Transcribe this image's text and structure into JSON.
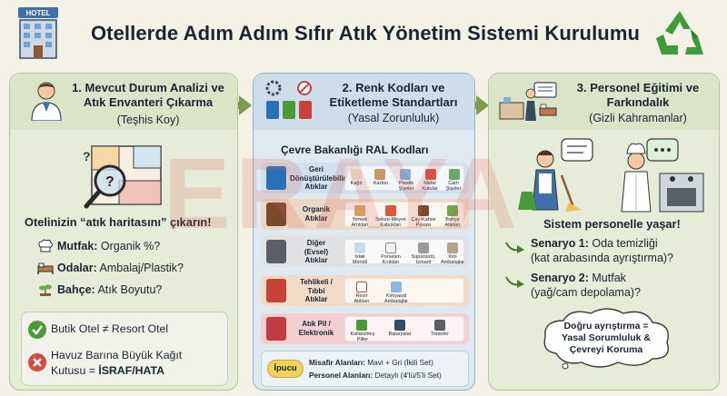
{
  "header": {
    "title": "Otellerde Adım Adım Sıfır Atık Yönetim Sistemi Kurulumu",
    "hotel_sign": "HOTEL"
  },
  "watermark": "ERAYA",
  "step1": {
    "title_line1": "1. Mevcut Durum Analizi ve",
    "title_line2": "Atık Envanteri Çıkarma",
    "subtitle": "(Teşhis Koy)",
    "callout": "Otelinizin “atık haritasını” çıkarın!",
    "items": [
      {
        "label": "Mutfak:",
        "value": " Organik %?"
      },
      {
        "label": "Odalar:",
        "value": " Ambalaj/Plastik?"
      },
      {
        "label": "Bahçe:",
        "value": " Atık Boyutu?"
      }
    ],
    "note_good": "Butik Otel ≠ Resort Otel",
    "note_bad_line1": "Havuz Barına Büyük Kağıt",
    "note_bad_line2_prefix": "Kutusu = ",
    "note_bad_line2_bold": "İSRAF/HATA"
  },
  "step2": {
    "title_line1": "2. Renk Kodları ve",
    "title_line2": "Etiketleme Standartları",
    "subtitle": "(Yasal Zorunluluk)",
    "section_title": "Çevre Bakanlığı RAL Kodları",
    "rows": [
      {
        "category": [
          "Geri",
          "Dönüştürülebilir",
          "Atıklar"
        ],
        "bin_color": "#2d6fb6",
        "row_color": "#cfe0ef",
        "items": [
          [
            "Kağıt"
          ],
          [
            "Karton"
          ],
          [
            "Plastik",
            "Şişeler"
          ],
          [
            "Metal",
            "Kutular"
          ],
          [
            "Cam",
            "Şişeler"
          ]
        ]
      },
      {
        "category": [
          "Organik",
          "Atıklar"
        ],
        "bin_color": "#7b4a2a",
        "row_color": "#ead9c6",
        "items": [
          [
            "Yemek",
            "Artıkları"
          ],
          [
            "Sebze-Meyve",
            "Kabukları"
          ],
          [
            "Çay-Kahve",
            "Posası"
          ],
          [
            "Bahçe",
            "Atıkları"
          ]
        ]
      },
      {
        "category": [
          "Diğer",
          "(Evsel)",
          "Atıklar"
        ],
        "bin_color": "#5a5f66",
        "row_color": "#e1e2e3",
        "items": [
          [
            "Islak",
            "Mendil"
          ],
          [
            "Porselen",
            "Kırıkları"
          ],
          [
            "Süpürüntü,",
            "İzmarit"
          ],
          [
            "Kirli",
            "Ambalajlar"
          ]
        ]
      },
      {
        "category": [
          "Tehlikeli /",
          "Tıbbi",
          "Atıklar"
        ],
        "bin_color": "#c8423a",
        "row_color": "#f3dcc7",
        "items": [
          [
            "Revir",
            "Atıkları"
          ],
          [
            "Kimyasal",
            "Ambalajlar"
          ]
        ]
      },
      {
        "category": [
          "Atık Pil /",
          "Elektronik"
        ],
        "bin_color": "#c43a43",
        "row_color": "#f2cfd1",
        "items": [
          [
            "Kullanılmış",
            "Piller"
          ],
          [
            "Bataryalar"
          ],
          [
            "Tonerler"
          ]
        ]
      }
    ],
    "tip_badge": "İpucu",
    "tip_line1_bold": "Misafir Alanları:",
    "tip_line1": " Mavi + Gri (İkili Set)",
    "tip_line2_bold": "Personel Alanları:",
    "tip_line2": " Detaylı (4'lü/5'li Set)"
  },
  "step3": {
    "title_line1": "3. Personel Eğitimi ve",
    "title_line2": "Farkındalık",
    "subtitle": "(Gizli Kahramanlar)",
    "callout": "Sistem personelle yaşar!",
    "scenario1_bold": "Senaryo 1:",
    "scenario1_line1": " Oda temizliği",
    "scenario1_line2": "(kat arabasında ayrıştırma)?",
    "scenario2_bold": "Senaryo 2:",
    "scenario2_line1": " Mutfak",
    "scenario2_line2": "(yağ/cam depolama)?",
    "cloud_line1": "Doğru ayrıştırma =",
    "cloud_line2": "Yasal Sorumluluk &",
    "cloud_line3": "Çevreyi Koruma"
  },
  "colors": {
    "accent_green": "#7e9b52",
    "accent_blue": "#2d6fb6",
    "error_red": "#d64a3f",
    "ok_green": "#4b9a3a"
  }
}
